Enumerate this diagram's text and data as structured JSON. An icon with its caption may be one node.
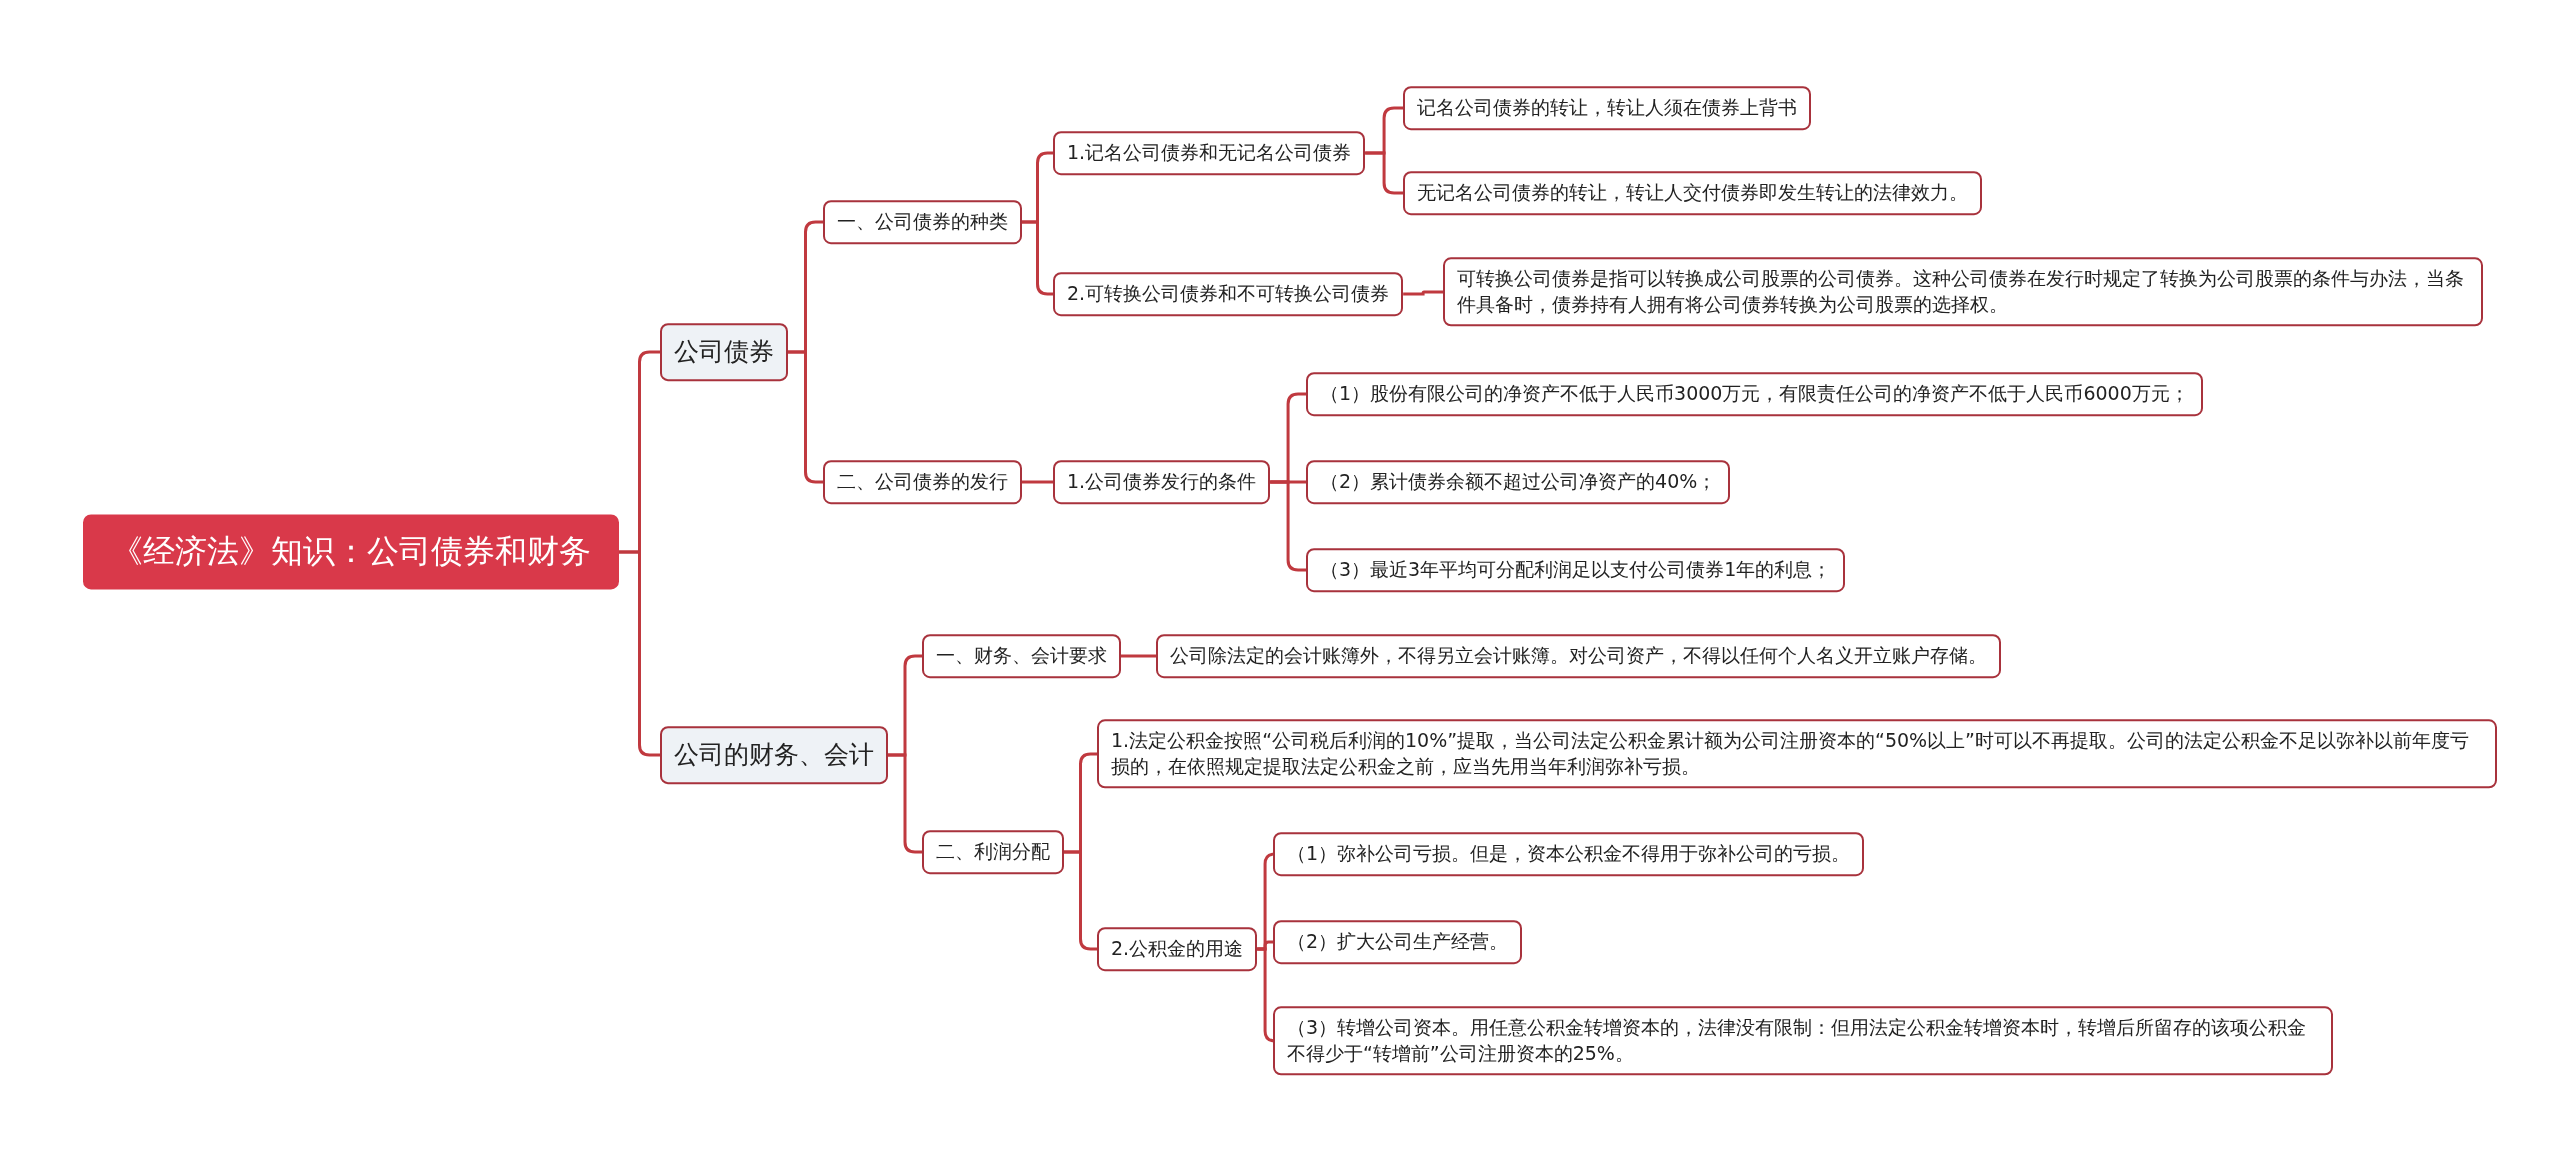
{
  "diagram": {
    "nodes": [
      {
        "text": [
          "《经济法》知识：公司债券和财务"
        ]
      },
      {
        "text": [
          "公司债券"
        ]
      },
      {
        "text": [
          "一、公司债券的种类"
        ]
      },
      {
        "text": [
          "1.记名公司债券和无记名公司债券"
        ]
      },
      {
        "text": [
          "记名公司债券的转让，转让人须在债券上背书"
        ]
      },
      {
        "text": [
          "无记名公司债券的转让，转让人交付债券即发生转让的法律效力。"
        ]
      },
      {
        "text": [
          "2.可转换公司债券和不可转换公司债券"
        ]
      },
      {
        "text": [
          "可转换公司债券是指可以转换成公司股票的公司债券。这种公司债券在发行时规定了转换为公司股票的条件与办法，当条件具备时，债券持有人拥有将公司债券转换为公司股票的选择权。"
        ]
      },
      {
        "text": [
          "二、公司债券的发行"
        ]
      },
      {
        "text": [
          "1.公司债券发行的条件"
        ]
      },
      {
        "text": [
          "（1）股份有限公司的净资产不低于人民币3000万元，有限责任公司的净资产不低于人民币6000万元；"
        ]
      },
      {
        "text": [
          "（2）累计债券余额不超过公司净资产的40%；"
        ]
      },
      {
        "text": [
          "（3）最近3年平均可分配利润足以支付公司债券1年的利息；"
        ]
      },
      {
        "text": [
          "公司的财务、会计"
        ]
      },
      {
        "text": [
          "一、财务、会计要求"
        ]
      },
      {
        "text": [
          "公司除法定的会计账簿外，不得另立会计账簿。对公司资产，不得以任何个人名义开立账户存储。"
        ]
      },
      {
        "text": [
          "二、利润分配"
        ]
      },
      {
        "text": [
          "1.法定公积金按照“公司税后利润的10%”提取，当公司法定公积金累计额为公司注册资本的“50%以上”时可以不再提取。公司的法定公积金不足以弥补以前年度亏损的，在依照规定提取法定公积金之前，应当先用当年利润弥补亏损。"
        ]
      },
      {
        "text": [
          "2.公积金的用途"
        ]
      },
      {
        "text": [
          "（1）弥补公司亏损。但是，资本公积金不得用于弥补公司的亏损。"
        ]
      },
      {
        "text": [
          "（2）扩大公司生产经营。"
        ]
      },
      {
        "text": [
          "（3）转增公司资本。用任意公积金转增资本的，法律没有限制：但用法定公积金转增资本时，转增后所留存的该项公积金不得少于“转增前”公司注册资本的25%。"
        ]
      }
    ],
    "edges": [
      {
        "from": 0,
        "to": 1,
        "arrow": "none"
      },
      {
        "from": 1,
        "to": 2,
        "arrow": "none"
      },
      {
        "from": 2,
        "to": 3,
        "arrow": "none"
      },
      {
        "from": 3,
        "to": 4,
        "arrow": "none"
      },
      {
        "from": 3,
        "to": 5,
        "arrow": "none"
      },
      {
        "from": 2,
        "to": 6,
        "arrow": "none"
      },
      {
        "from": 6,
        "to": 7,
        "arrow": "none"
      },
      {
        "from": 1,
        "to": 8,
        "arrow": "none"
      },
      {
        "from": 8,
        "to": 9,
        "arrow": "none"
      },
      {
        "from": 9,
        "to": 10,
        "arrow": "none"
      },
      {
        "from": 9,
        "to": 11,
        "arrow": "none"
      },
      {
        "from": 9,
        "to": 12,
        "arrow": "none"
      },
      {
        "from": 0,
        "to": 13,
        "arrow": "none"
      },
      {
        "from": 13,
        "to": 14,
        "arrow": "none"
      },
      {
        "from": 14,
        "to": 15,
        "arrow": "none"
      },
      {
        "from": 13,
        "to": 16,
        "arrow": "none"
      },
      {
        "from": 16,
        "to": 17,
        "arrow": "none"
      },
      {
        "from": 16,
        "to": 18,
        "arrow": "none"
      },
      {
        "from": 18,
        "to": 19,
        "arrow": "none"
      },
      {
        "from": 18,
        "to": 20,
        "arrow": "none"
      },
      {
        "from": 18,
        "to": 21,
        "arrow": "none"
      }
    ]
  }
}
